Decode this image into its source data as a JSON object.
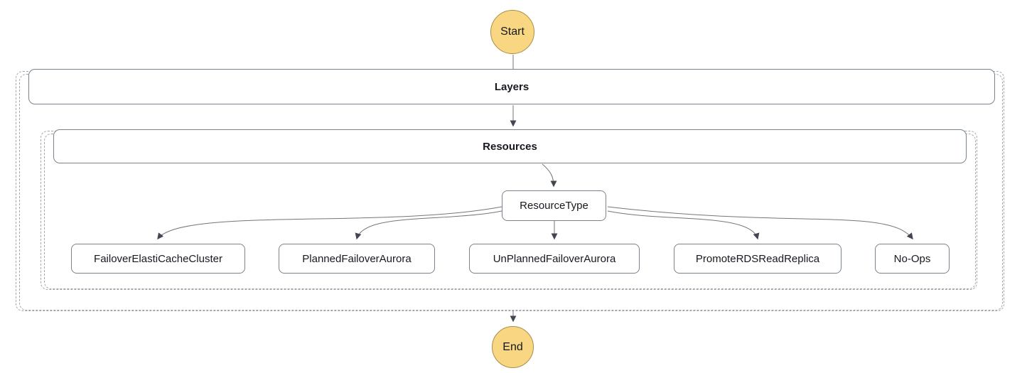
{
  "diagram": {
    "start": {
      "label": "Start"
    },
    "end": {
      "label": "End"
    },
    "layers_group": {
      "label": "Layers"
    },
    "resources_group": {
      "label": "Resources"
    },
    "resource_type": {
      "label": "ResourceType"
    },
    "branches": [
      {
        "label": "FailoverElastiCacheCluster"
      },
      {
        "label": "PlannedFailoverAurora"
      },
      {
        "label": "UnPlannedFailoverAurora"
      },
      {
        "label": "PromoteRDSReadReplica"
      },
      {
        "label": "No-Ops"
      }
    ],
    "colors": {
      "terminal_fill": "#F8D682",
      "terminal_border": "#A98E47",
      "node_border": "#79838D",
      "group_dashed_border": "#A4A8AD",
      "edge_line": "#767676",
      "arrowhead": "#424650",
      "text": "#16191F"
    }
  }
}
